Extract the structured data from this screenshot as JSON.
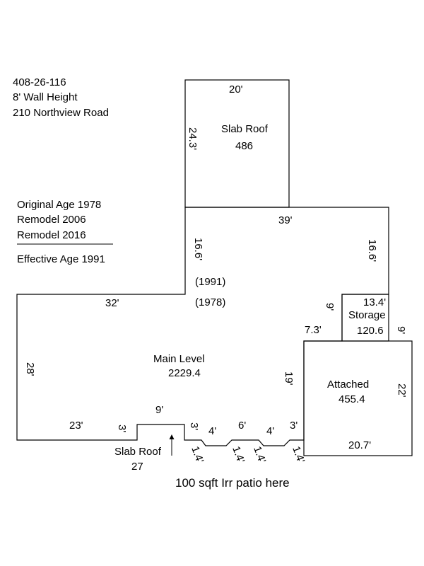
{
  "header": {
    "parcel": "408-26-116",
    "wall_height": "8' Wall Height",
    "address": "210 Northview Road"
  },
  "age": {
    "original": "Original Age 1978",
    "remodel_1": "Remodel 2006",
    "remodel_2": "Remodel 2016",
    "effective": "Effective Age 1991"
  },
  "slab_roof_top": {
    "name": "Slab Roof",
    "area": "486",
    "width": "20'",
    "depth": "24.3'"
  },
  "upper_addition": {
    "width": "39'",
    "left_depth": "16.6'",
    "right_depth": "16.6'",
    "year": "(1991)"
  },
  "main_level": {
    "name": "Main Level",
    "area": "2229.4",
    "year": "(1978)",
    "top_width": "32'",
    "left_depth": "28'",
    "bottom_left": "23'",
    "right_step_a": "9'",
    "right_step_b": "7.3'",
    "right_depth": "19'"
  },
  "storage": {
    "name": "Storage",
    "area": "120.6",
    "width": "13.4'",
    "left_depth": "9'",
    "right_depth": "9'"
  },
  "attached": {
    "name": "Attached",
    "area": "455.4",
    "width": "20.7'",
    "depth": "22'"
  },
  "slab_roof_small": {
    "name": "Slab Roof",
    "area": "27",
    "width": "9'",
    "left_depth": "3'",
    "right_depth": "3'"
  },
  "notch_dims": {
    "seg_1": "4'",
    "seg_2": "6'",
    "seg_3": "4'",
    "seg_4": "3'",
    "diag_1": "1.4'",
    "diag_2": "1.4'",
    "diag_3": "1.4'",
    "diag_4": "1.4'"
  },
  "note": "100 sqft Irr patio here"
}
